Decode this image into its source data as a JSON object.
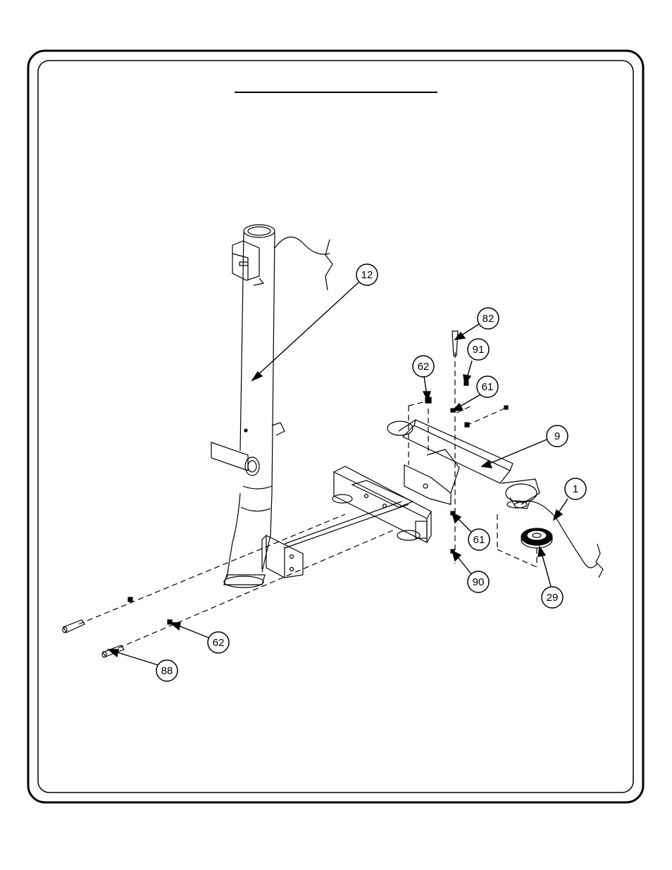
{
  "diagram": {
    "part_labels": [
      "12",
      "82",
      "91",
      "62",
      "61",
      "9",
      "1",
      "61",
      "90",
      "29",
      "62",
      "88"
    ]
  }
}
